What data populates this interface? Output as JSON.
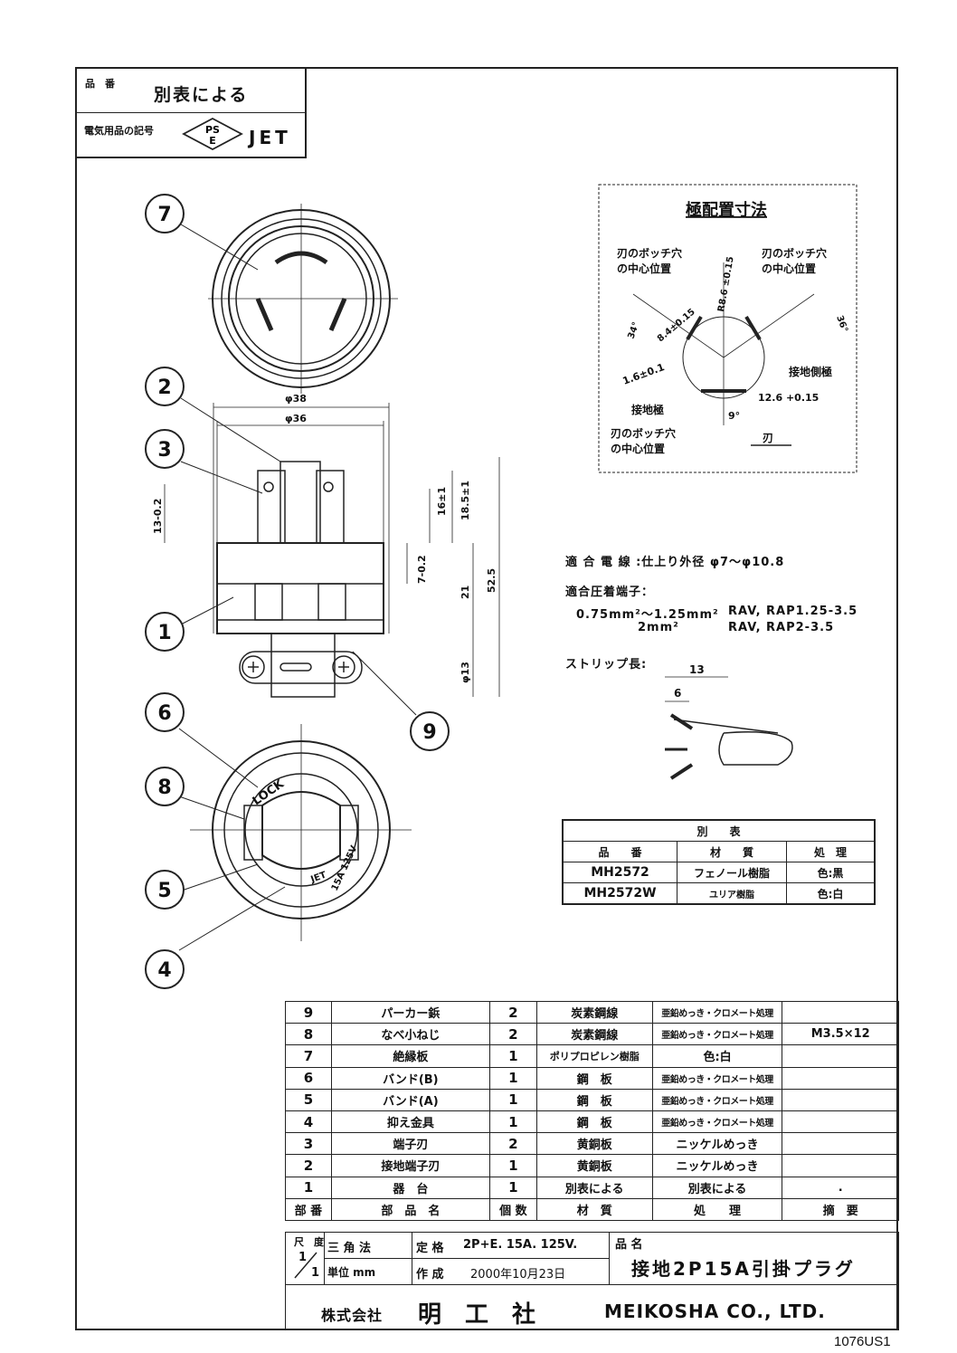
{
  "header": {
    "hinban_label": "品　番",
    "hinban_value": "別表による",
    "symbol_label": "電気用品の記号",
    "pse_line1": "PS",
    "pse_line2": "E",
    "jet": "JET"
  },
  "callouts": [
    "7",
    "2",
    "3",
    "1",
    "6",
    "8",
    "5",
    "4",
    "9"
  ],
  "dimensions": {
    "d38": "φ38",
    "d36": "φ36",
    "d18_5": "18.5±1",
    "d16": "16±1",
    "d13": "13-0.2",
    "d7": "7-0.2",
    "d21": "21",
    "d52_5": "52.5",
    "d13b": "φ13"
  },
  "pole_layout": {
    "title": "極配置寸法",
    "center_pos_tl": "刃のボッチ穴\nの中心位置",
    "center_pos_tr": "刃のボッチ穴\nの中心位置",
    "center_pos_bl": "刃のボッチ穴\nの中心位置",
    "earth_side": "接地側極",
    "earth_pole": "接地極",
    "blade": "刃",
    "r": "R8.6 ±0.15",
    "d126": "12.6 +0.15",
    "d16": "1.6±0.1",
    "a9": "9°",
    "a34": "34°",
    "a36": "36°",
    "d84": "8.4±0.15"
  },
  "notes": {
    "cable": "適 合 電 線 :仕上り外径 φ7～φ10.8",
    "crimp_title": "適合圧着端子：",
    "crimp1_size": "0.75mm²～1.25mm²",
    "crimp1_type": "RAV, RAP1.25-3.5",
    "crimp2_size": "2mm²",
    "crimp2_type": "RAV, RAP2-3.5",
    "strip_title": "ストリップ長:",
    "strip_13": "13",
    "strip_6": "6"
  },
  "plug_text": {
    "lock": "LOCK",
    "jet": "JET",
    "rating": "15A 125V"
  },
  "variant_table": {
    "title": "別　　表",
    "headers": [
      "品　　番",
      "材　　質",
      "処　理"
    ],
    "rows": [
      [
        "MH2572",
        "フェノール樹脂",
        "色:黒"
      ],
      [
        "MH2572W",
        "ユリア樹脂",
        "色:白"
      ]
    ]
  },
  "parts_table": {
    "rows": [
      [
        "9",
        "パーカー鋲",
        "2",
        "炭素鋼線",
        "亜鉛めっき・クロメート処理",
        ""
      ],
      [
        "8",
        "なべ小ねじ",
        "2",
        "炭素鋼線",
        "亜鉛めっき・クロメート処理",
        "M3.5×12"
      ],
      [
        "7",
        "絶縁板",
        "1",
        "ポリプロピレン樹脂",
        "色:白",
        ""
      ],
      [
        "6",
        "バンド(B)",
        "1",
        "鋼　板",
        "亜鉛めっき・クロメート処理",
        ""
      ],
      [
        "5",
        "バンド(A)",
        "1",
        "鋼　板",
        "亜鉛めっき・クロメート処理",
        ""
      ],
      [
        "4",
        "抑え金具",
        "1",
        "鋼　板",
        "亜鉛めっき・クロメート処理",
        ""
      ],
      [
        "3",
        "端子刃",
        "2",
        "黄銅板",
        "ニッケルめっき",
        ""
      ],
      [
        "2",
        "接地端子刃",
        "1",
        "黄銅板",
        "ニッケルめっき",
        ""
      ],
      [
        "1",
        "器　台",
        "1",
        "別表による",
        "別表による",
        "."
      ]
    ],
    "headers": [
      "部 番",
      "部　品　名",
      "個 数",
      "材　質",
      "処　　理",
      "摘　要"
    ]
  },
  "footer": {
    "scale_label": "尺　度",
    "scale_top": "1",
    "scale_bottom": "1",
    "projection": "三 角 法",
    "unit": "単位 mm",
    "rating_label": "定 格",
    "rating_value": "2P+E. 15A. 125V.",
    "made_label": "作 成",
    "made_value": "2000年10月23日",
    "name_label": "品 名",
    "name_value": "接地2P15A引掛プラグ",
    "company_jp_prefix": "株式会社",
    "company_jp": "明　工　社",
    "company_en": "MEIKOSHA CO., LTD.",
    "doc_code": "1076US1"
  }
}
